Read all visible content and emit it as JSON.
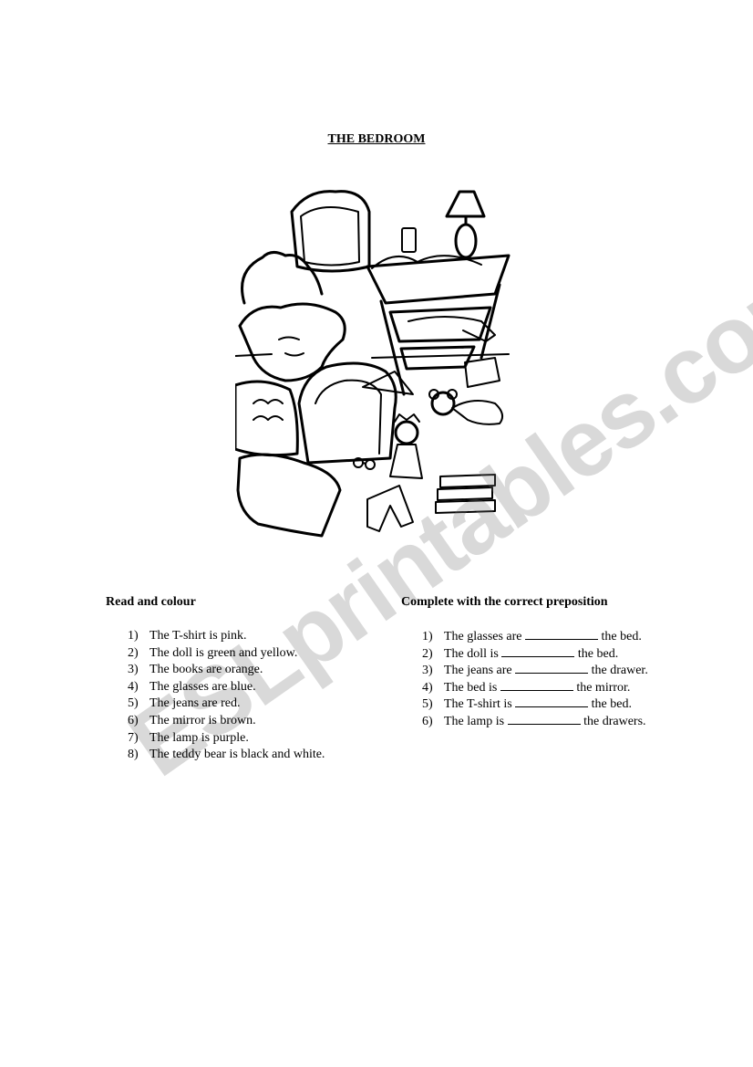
{
  "title": "THE BEDROOM",
  "watermark": "ESLprintables.com",
  "left_section": {
    "heading": "Read and colour",
    "items": [
      {
        "num": "1)",
        "text": "The T-shirt is pink."
      },
      {
        "num": "2)",
        "text": "The doll is green and yellow."
      },
      {
        "num": "3)",
        "text": "The books are orange."
      },
      {
        "num": "4)",
        "text": "The glasses are blue."
      },
      {
        "num": "5)",
        "text": "The jeans are red."
      },
      {
        "num": "6)",
        "text": "The mirror is brown."
      },
      {
        "num": "7)",
        "text": "The lamp is purple."
      },
      {
        "num": "8)",
        "text": "The teddy bear is black and white."
      }
    ]
  },
  "right_section": {
    "heading": "Complete with the correct preposition",
    "items": [
      {
        "num": "1)",
        "before": "The glasses are",
        "after": "the bed."
      },
      {
        "num": "2)",
        "before": "The doll is",
        "after": "the bed."
      },
      {
        "num": "3)",
        "before": "The jeans are",
        "after": "the drawer."
      },
      {
        "num": "4)",
        "before": "The bed is",
        "after": "the mirror."
      },
      {
        "num": "5)",
        "before": "The T-shirt is",
        "after": "the bed."
      },
      {
        "num": "6)",
        "before": "The lamp is",
        "after": "the drawers."
      }
    ]
  }
}
